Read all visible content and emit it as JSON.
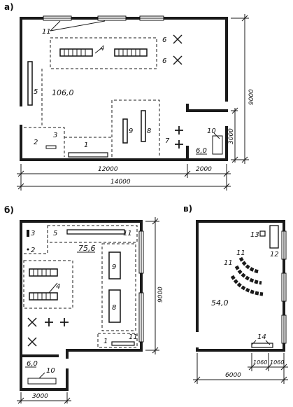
{
  "panels": {
    "a": {
      "title": "а)",
      "room_area": "106,0",
      "lobby_area": "6,0",
      "labels": {
        "l1": "1",
        "l2": "2",
        "l3": "3",
        "l4": "4",
        "l5": "5",
        "l6a": "6",
        "l6b": "6",
        "l7": "7",
        "l8": "8",
        "l9": "9",
        "l10": "10",
        "l11": "11"
      },
      "dims": {
        "main_width": "12000",
        "lobby_width": "2000",
        "total_width": "14000",
        "height": "9000",
        "lobby_height": "3000"
      }
    },
    "b": {
      "title": "б)",
      "room_area": "75,6",
      "lobby_area": "6,0",
      "labels": {
        "l1": "1",
        "l2": "2",
        "l3": "3",
        "l4": "4",
        "l5": "5",
        "l8": "8",
        "l9": "9",
        "l10": "10",
        "l11a": "11",
        "l11b": "11"
      },
      "dims": {
        "height": "9000",
        "lobby_width": "3000"
      }
    },
    "v": {
      "title": "в)",
      "room_area": "54,0",
      "labels": {
        "l11a": "11",
        "l11b": "11",
        "l12": "12",
        "l13": "13",
        "l14": "14"
      },
      "dims": {
        "width": "6000",
        "seg1": "1060",
        "seg2": "1060"
      }
    }
  }
}
